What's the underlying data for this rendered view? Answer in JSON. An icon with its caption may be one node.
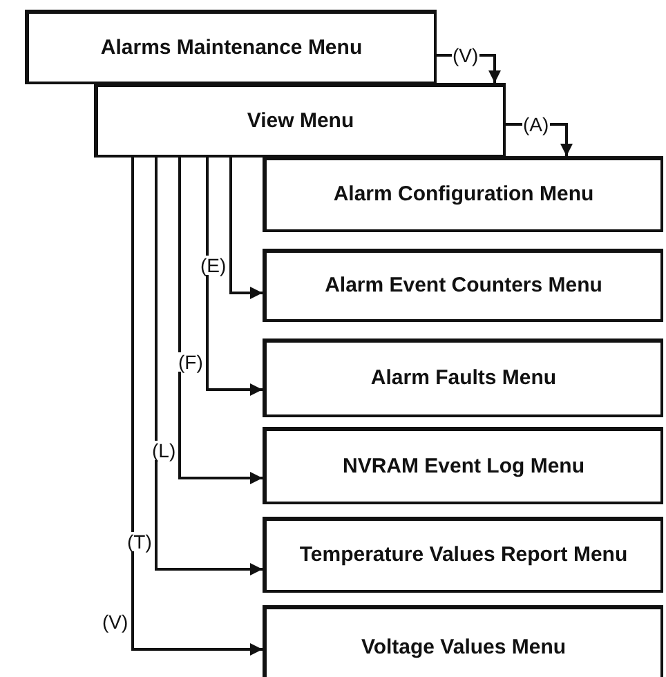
{
  "diagram": {
    "nodes": [
      {
        "text": [
          "Alarms Maintenance Menu"
        ]
      },
      {
        "text": [
          "View Menu"
        ]
      },
      {
        "text": [
          "Alarm Configuration Menu"
        ]
      },
      {
        "text": [
          "Alarm Event Counters Menu"
        ]
      },
      {
        "text": [
          "Alarm Faults Menu"
        ]
      },
      {
        "text": [
          "NVRAM Event Log Menu"
        ]
      },
      {
        "text": [
          "Temperature Values Report Menu"
        ]
      },
      {
        "text": [
          "Voltage Values Menu"
        ]
      }
    ],
    "edges": [
      {
        "from": 0,
        "to": 1,
        "label": "(V)",
        "arrow": "to"
      },
      {
        "from": 1,
        "to": 2,
        "label": "(A)",
        "arrow": "to"
      },
      {
        "from": 1,
        "to": 3,
        "label": "(E)",
        "arrow": "to"
      },
      {
        "from": 1,
        "to": 4,
        "label": "(F)",
        "arrow": "to"
      },
      {
        "from": 1,
        "to": 5,
        "label": "(L)",
        "arrow": "to"
      },
      {
        "from": 1,
        "to": 6,
        "label": "(T)",
        "arrow": "to"
      },
      {
        "from": 1,
        "to": 7,
        "label": "(V)",
        "arrow": "to"
      }
    ]
  }
}
